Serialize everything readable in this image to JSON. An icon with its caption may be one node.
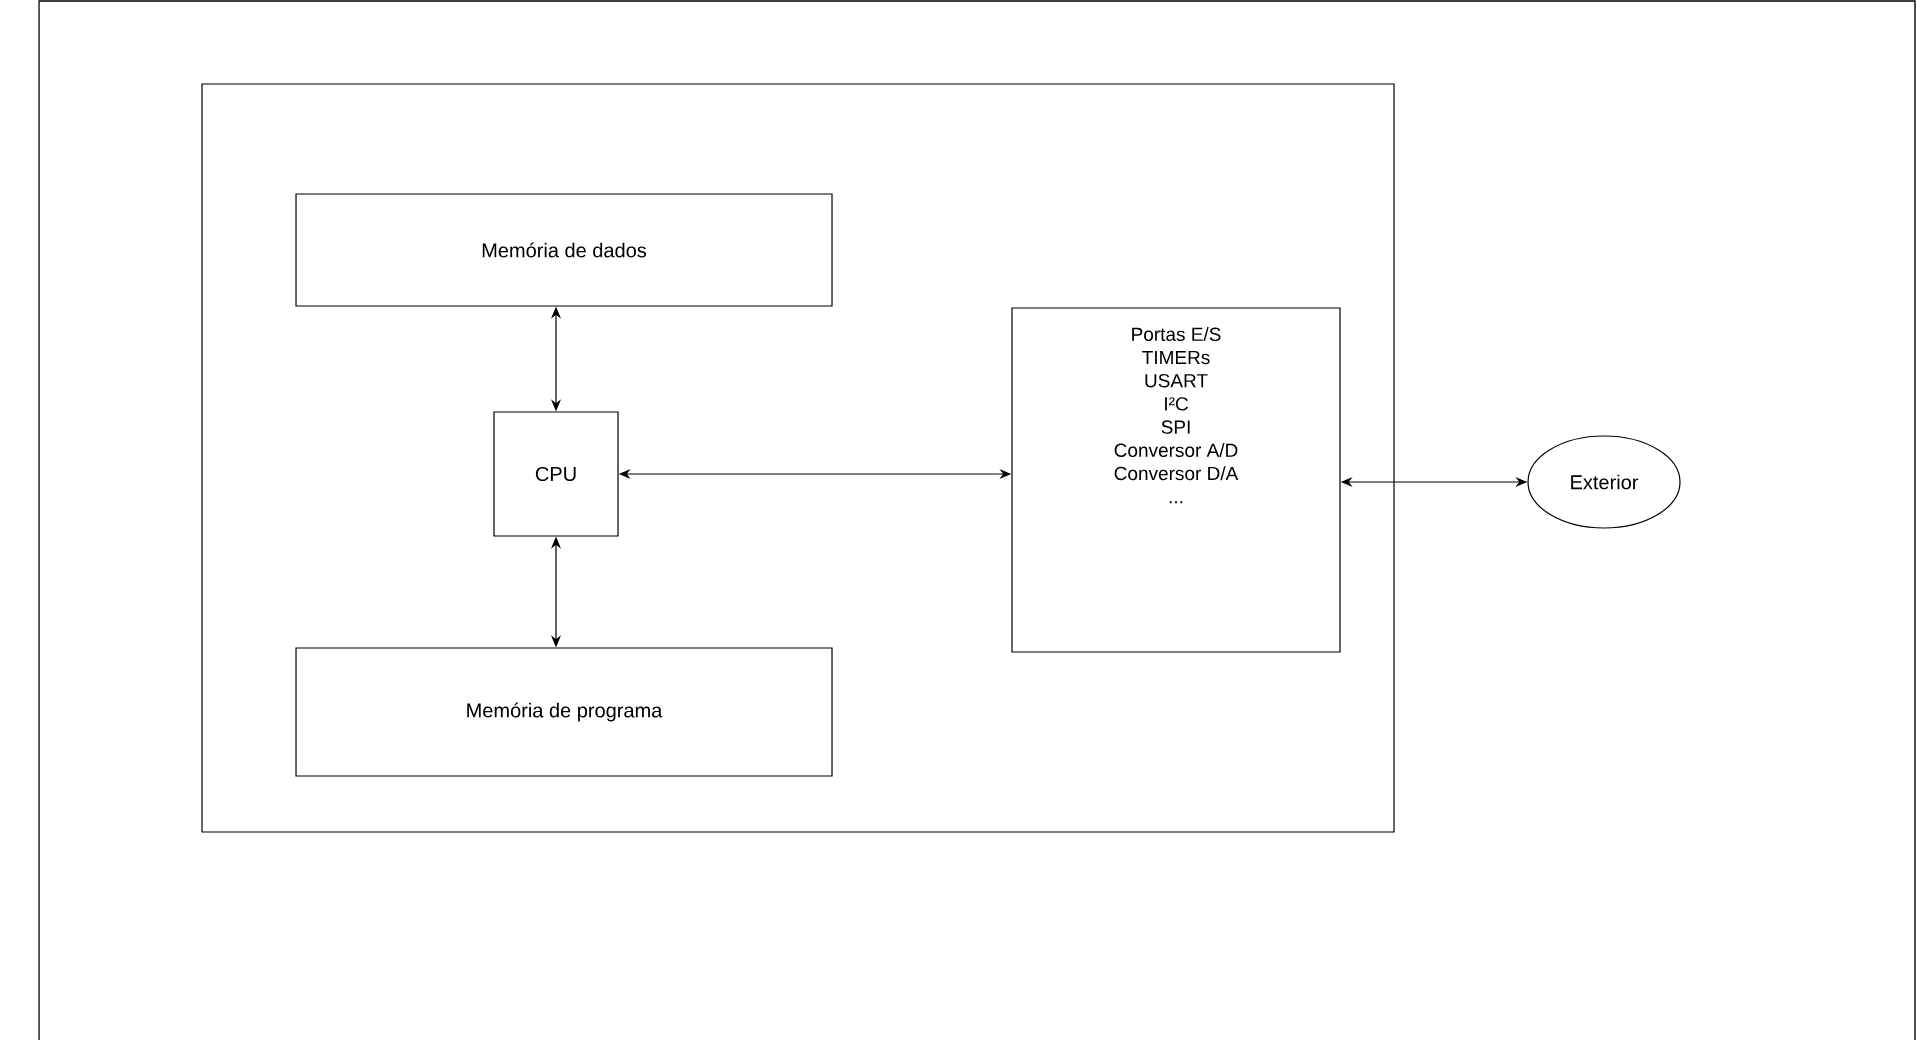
{
  "diagram": {
    "nodes": [
      {
        "text": [],
        "shape": "box"
      },
      {
        "text": [
          "Memória de dados"
        ],
        "in": 0
      },
      {
        "text": [
          "CPU"
        ],
        "in": 0
      },
      {
        "text": [
          "Memória de programa"
        ],
        "in": 0
      },
      {
        "text": [
          "Portas E/S",
          "TIMERs",
          "USART",
          "I²C",
          "SPI",
          "Conversor A/D",
          "Conversor D/A",
          "..."
        ],
        "in": 0
      },
      {
        "text": [
          "Exterior"
        ]
      }
    ],
    "edges": [
      {
        "from": 1,
        "to": 2,
        "arrow": "both"
      },
      {
        "from": 2,
        "to": 3,
        "arrow": "both"
      },
      {
        "from": 2,
        "to": 4,
        "arrow": "both"
      },
      {
        "from": 4,
        "to": 5,
        "arrow": "both"
      }
    ]
  }
}
